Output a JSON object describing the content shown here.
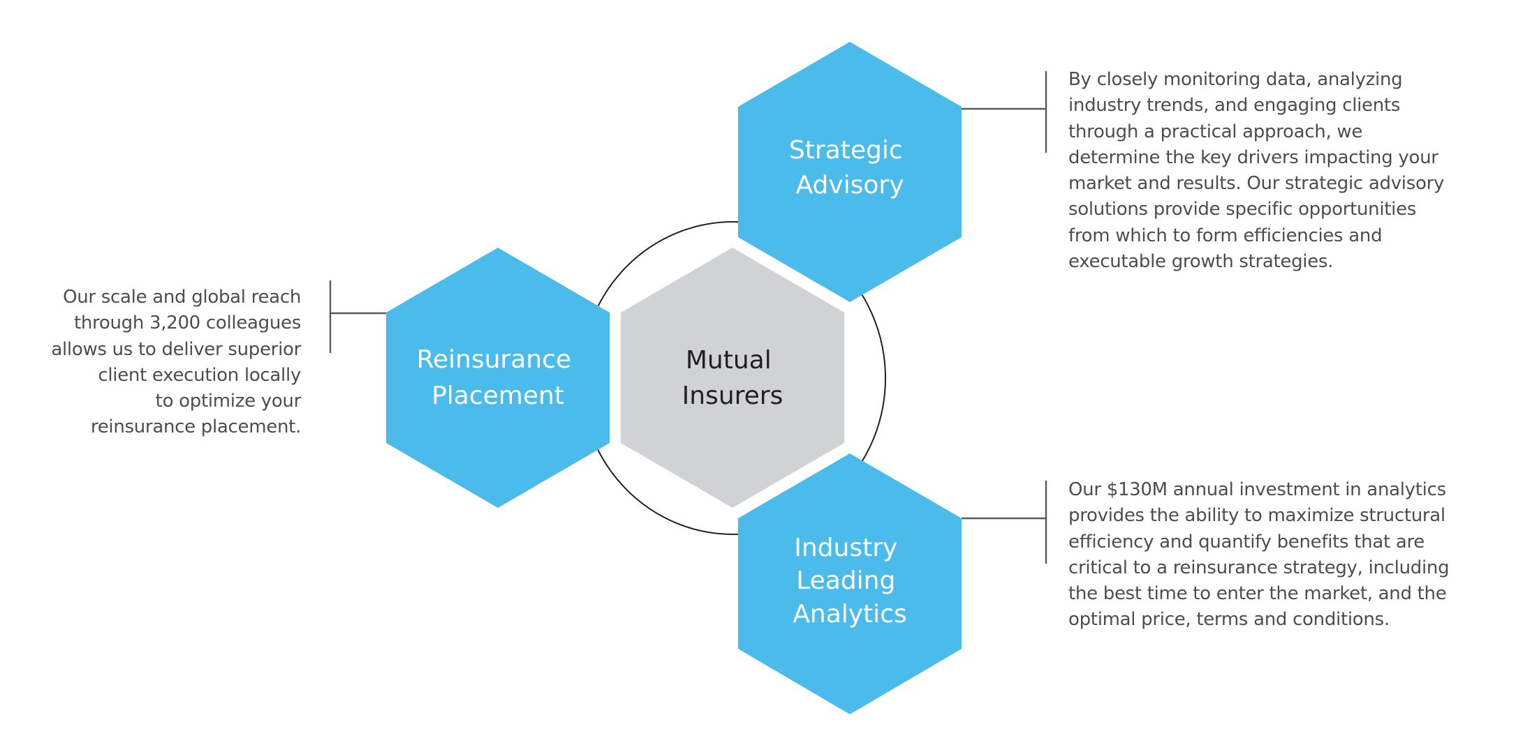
{
  "diagram": {
    "center": {
      "label_lines": [
        "Mutual",
        "Insurers"
      ],
      "color": "#D1D2D4",
      "text_color": "#231F20"
    },
    "nodes": [
      {
        "id": "reinsurance-placement",
        "label_lines": [
          "Reinsurance",
          "Placement"
        ],
        "color": "#4BBBEB",
        "description_lines": [
          "Our scale and global reach",
          "through 3,200 colleagues",
          "allows us to deliver superior",
          "client execution locally",
          "to optimize your",
          "reinsurance placement."
        ]
      },
      {
        "id": "strategic-advisory",
        "label_lines": [
          "Strategic",
          "Advisory"
        ],
        "color": "#4BBBEB",
        "description_lines": [
          "By closely monitoring data, analyzing",
          "industry trends, and engaging clients",
          "through a practical approach, we",
          "determine the key drivers impacting your",
          "market and results. Our strategic advisory",
          "solutions provide specific opportunities",
          "from which to form efficiencies and",
          "executable growth strategies."
        ]
      },
      {
        "id": "industry-leading-analytics",
        "label_lines": [
          "Industry",
          "Leading",
          "Analytics"
        ],
        "color": "#4BBBEB",
        "description_lines": [
          "Our $130M annual investment in analytics",
          "provides the ability to maximize structural",
          "efficiency and quantify benefits that are",
          "critical to a reinsurance strategy, including",
          "the best time to enter the market, and the",
          "optimal price, terms and conditions."
        ]
      }
    ]
  }
}
